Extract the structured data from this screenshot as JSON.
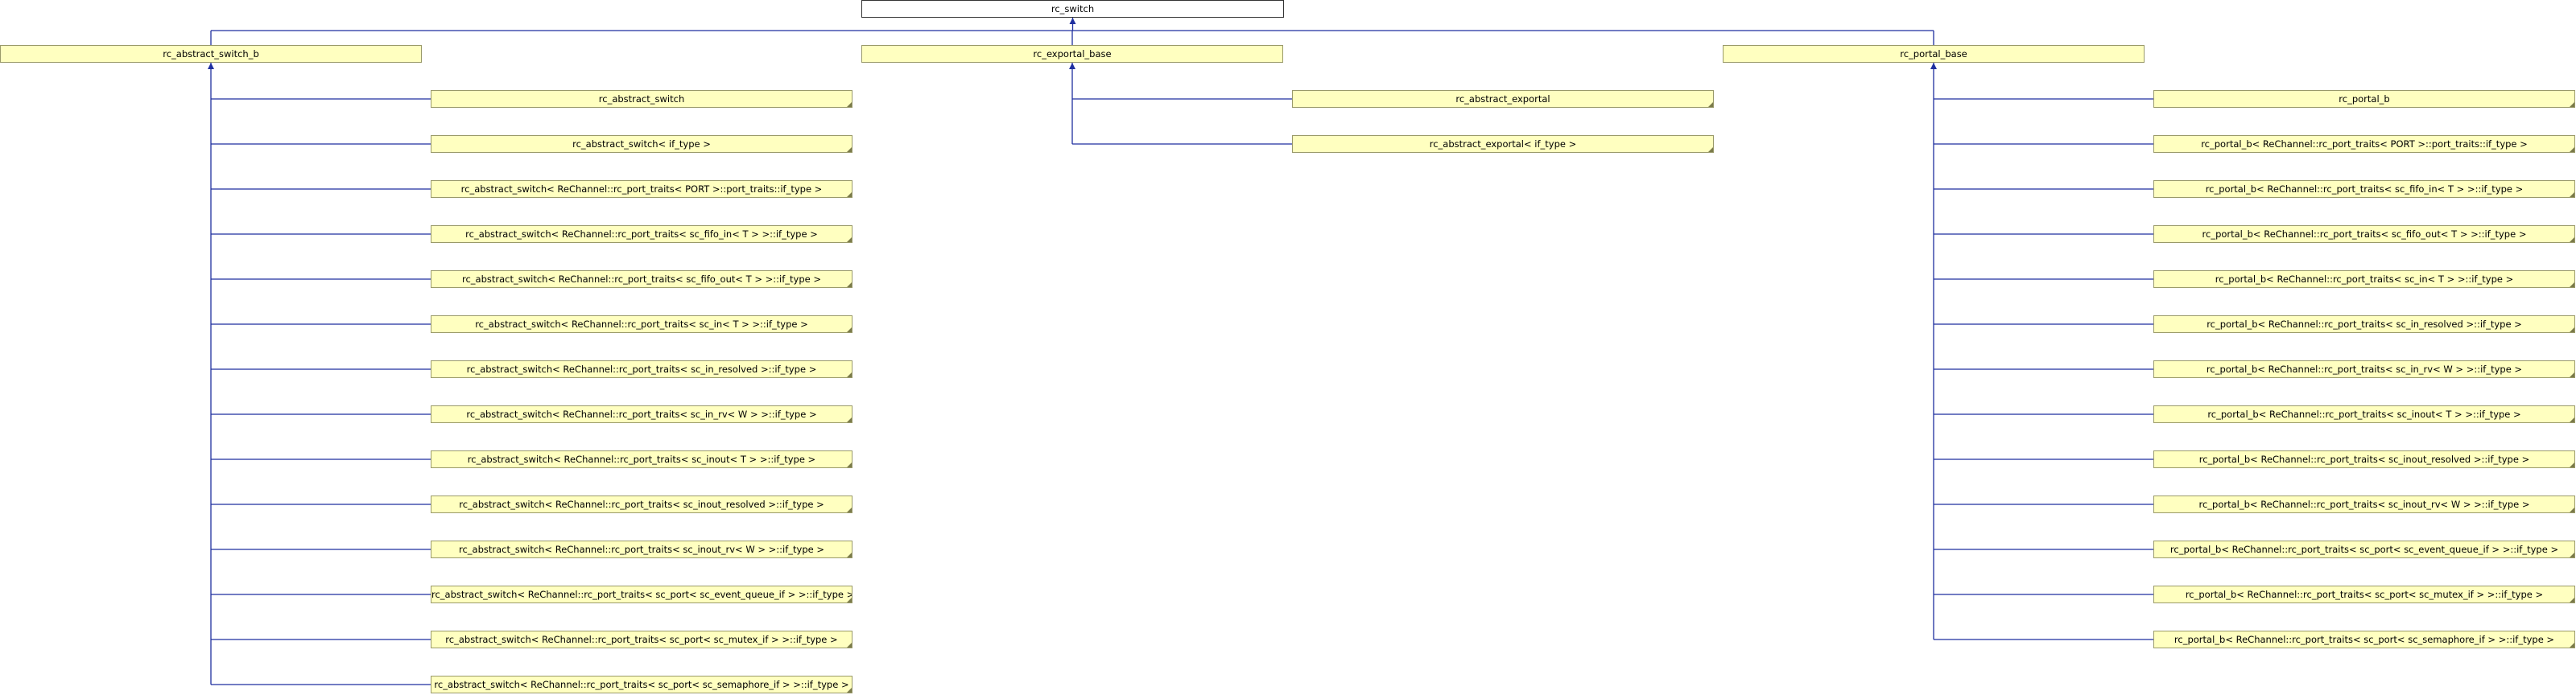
{
  "colors": {
    "edge": "#1f2f9f",
    "node_fill": "#ffffc0",
    "node_border": "#9a9a6a"
  },
  "root": {
    "label": "rc_switch"
  },
  "groups": [
    {
      "base": "rc_abstract_switch_b",
      "children": [
        "rc_abstract_switch",
        "rc_abstract_switch< if_type >",
        "rc_abstract_switch< ReChannel::rc_port_traits< PORT >::port_traits::if_type >",
        "rc_abstract_switch< ReChannel::rc_port_traits< sc_fifo_in< T > >::if_type >",
        "rc_abstract_switch< ReChannel::rc_port_traits< sc_fifo_out< T > >::if_type >",
        "rc_abstract_switch< ReChannel::rc_port_traits< sc_in< T > >::if_type >",
        "rc_abstract_switch< ReChannel::rc_port_traits< sc_in_resolved >::if_type >",
        "rc_abstract_switch< ReChannel::rc_port_traits< sc_in_rv< W > >::if_type >",
        "rc_abstract_switch< ReChannel::rc_port_traits< sc_inout< T > >::if_type >",
        "rc_abstract_switch< ReChannel::rc_port_traits< sc_inout_resolved >::if_type >",
        "rc_abstract_switch< ReChannel::rc_port_traits< sc_inout_rv< W > >::if_type >",
        "rc_abstract_switch< ReChannel::rc_port_traits< sc_port< sc_event_queue_if > >::if_type >",
        "rc_abstract_switch< ReChannel::rc_port_traits< sc_port< sc_mutex_if > >::if_type >",
        "rc_abstract_switch< ReChannel::rc_port_traits< sc_port< sc_semaphore_if > >::if_type >"
      ]
    },
    {
      "base": "rc_exportal_base",
      "children": [
        "rc_abstract_exportal",
        "rc_abstract_exportal< if_type >"
      ]
    },
    {
      "base": "rc_portal_base",
      "children": [
        "rc_portal_b",
        "rc_portal_b< ReChannel::rc_port_traits< PORT >::port_traits::if_type >",
        "rc_portal_b< ReChannel::rc_port_traits< sc_fifo_in< T > >::if_type >",
        "rc_portal_b< ReChannel::rc_port_traits< sc_fifo_out< T > >::if_type >",
        "rc_portal_b< ReChannel::rc_port_traits< sc_in< T > >::if_type >",
        "rc_portal_b< ReChannel::rc_port_traits< sc_in_resolved >::if_type >",
        "rc_portal_b< ReChannel::rc_port_traits< sc_in_rv< W > >::if_type >",
        "rc_portal_b< ReChannel::rc_port_traits< sc_inout< T > >::if_type >",
        "rc_portal_b< ReChannel::rc_port_traits< sc_inout_resolved >::if_type >",
        "rc_portal_b< ReChannel::rc_port_traits< sc_inout_rv< W > >::if_type >",
        "rc_portal_b< ReChannel::rc_port_traits< sc_port< sc_event_queue_if > >::if_type >",
        "rc_portal_b< ReChannel::rc_port_traits< sc_port< sc_mutex_if > >::if_type >",
        "rc_portal_b< ReChannel::rc_port_traits< sc_port< sc_semaphore_if > >::if_type >"
      ]
    }
  ]
}
